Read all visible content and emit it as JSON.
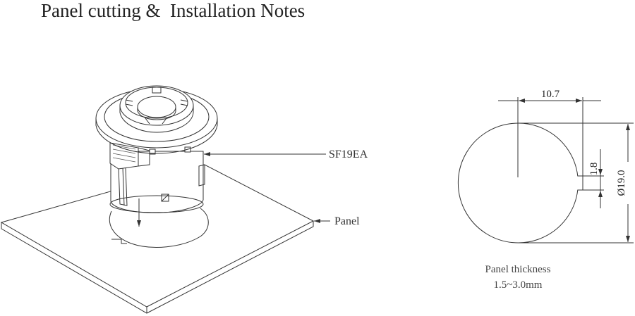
{
  "title": "Panel cutting &  Installation Notes",
  "labels": {
    "part": "SF19EA",
    "panel": "Panel"
  },
  "dimensions": {
    "width": "10.7",
    "key_width": "1.8",
    "diameter": "Ø19.0"
  },
  "note": {
    "line1": "Panel thickness",
    "line2": "1.5~3.0mm"
  },
  "colors": {
    "line": "#333333",
    "background": "#ffffff"
  }
}
